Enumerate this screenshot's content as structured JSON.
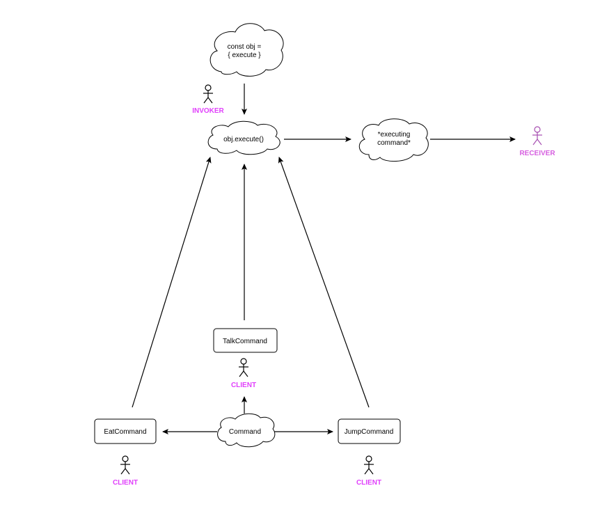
{
  "colors": {
    "client_label": "#e040fb",
    "receiver_label": "#d65fe0",
    "receiver_figure": "#a64db0",
    "stroke": "#000000"
  },
  "nodes": {
    "obj_decl": {
      "line1": "const obj =",
      "line2": "{ execute }"
    },
    "obj_execute": {
      "label": "obj.execute()"
    },
    "executing": {
      "line1": "*executing",
      "line2": "command*"
    },
    "talk_command": {
      "label": "TalkCommand"
    },
    "command": {
      "label": "Command"
    },
    "eat_command": {
      "label": "EatCommand"
    },
    "jump_command": {
      "label": "JumpCommand"
    }
  },
  "actors": {
    "invoker": {
      "label": "INVOKER",
      "icon": "stick-figure-icon"
    },
    "receiver": {
      "label": "RECEIVER",
      "icon": "stick-figure-icon"
    },
    "client_talk": {
      "label": "CLIENT",
      "icon": "stick-figure-icon"
    },
    "client_eat": {
      "label": "CLIENT",
      "icon": "stick-figure-icon"
    },
    "client_jump": {
      "label": "CLIENT",
      "icon": "stick-figure-icon"
    }
  }
}
